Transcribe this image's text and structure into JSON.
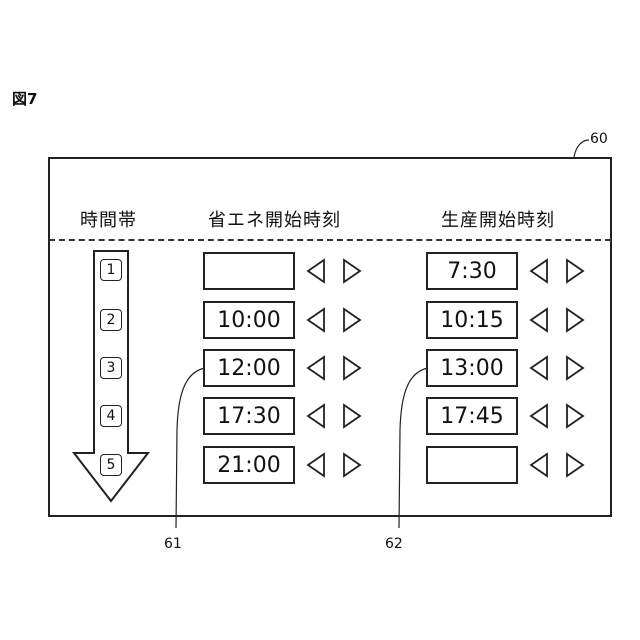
{
  "figure_label": "図7",
  "panel_ref": "60",
  "headers": {
    "time_slot": "時間帯",
    "eco_start": "省エネ開始時刻",
    "prod_start": "生産開始時刻"
  },
  "slots": [
    "1",
    "2",
    "3",
    "4",
    "5"
  ],
  "eco_times": [
    "",
    "10:00",
    "12:00",
    "17:30",
    "21:00"
  ],
  "prod_times": [
    "7:30",
    "10:15",
    "13:00",
    "17:45",
    ""
  ],
  "refs": {
    "eco_ref": "61",
    "prod_ref": "62"
  },
  "icons": {
    "decrement": "triangle-left-icon",
    "increment": "triangle-right-icon"
  }
}
